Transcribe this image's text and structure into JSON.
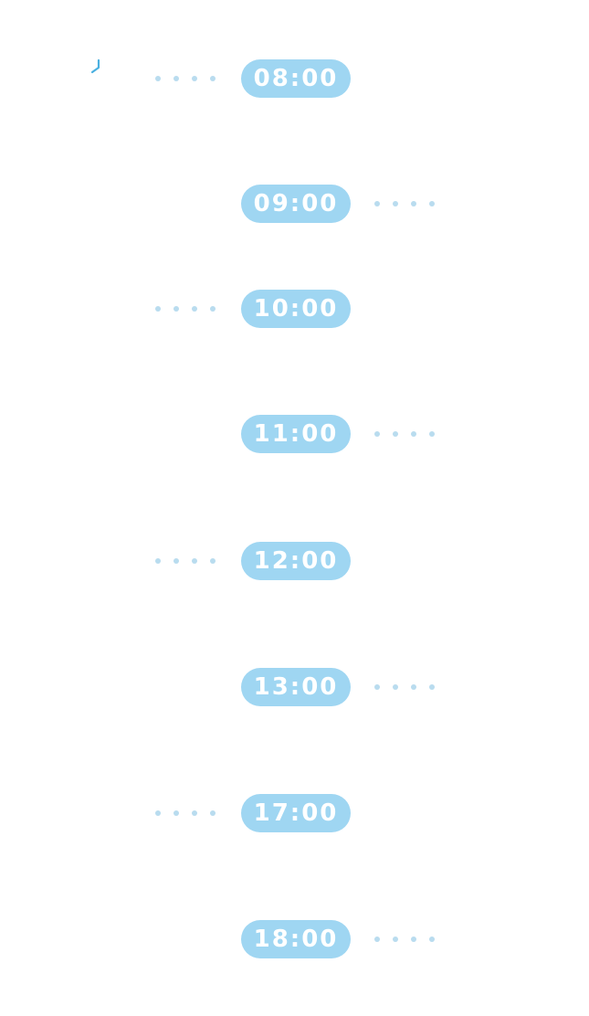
{
  "timeline": {
    "accent_color": "#9fd6f2",
    "dot_color": "#b9dcef",
    "slots": [
      {
        "time": "08:00",
        "dots_side": "left"
      },
      {
        "time": "09:00",
        "dots_side": "right"
      },
      {
        "time": "10:00",
        "dots_side": "left"
      },
      {
        "time": "11:00",
        "dots_side": "right"
      },
      {
        "time": "12:00",
        "dots_side": "left"
      },
      {
        "time": "13:00",
        "dots_side": "right"
      },
      {
        "time": "17:00",
        "dots_side": "left"
      },
      {
        "time": "18:00",
        "dots_side": "right"
      }
    ]
  }
}
